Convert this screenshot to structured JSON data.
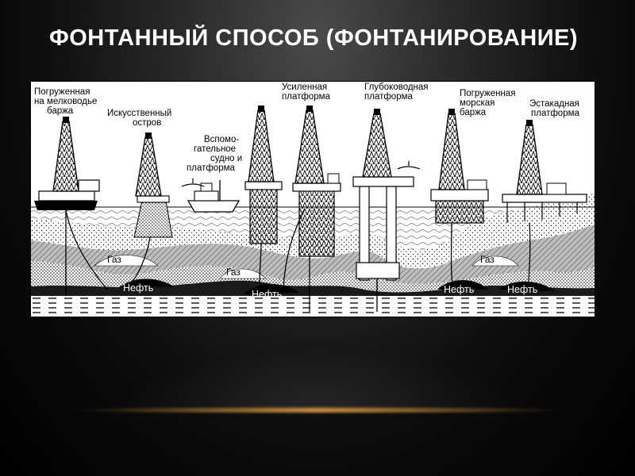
{
  "slide": {
    "title": "ФОНТАННЫЙ СПОСОБ (ФОНТАНИРОВАНИЕ)"
  },
  "diagram": {
    "structures": [
      {
        "line1": "Погруженная",
        "line2": "на мелководье",
        "line3": "баржа"
      },
      {
        "line1": "Искусственный",
        "line2": "остров"
      },
      {
        "line1": "Вспомо-",
        "line2": "гательное",
        "line3": "судно и",
        "line4": "платформа"
      },
      {
        "line1": "Усиленная",
        "line2": "платформа"
      },
      {
        "line1": "Глубоководная",
        "line2": "платформа"
      },
      {
        "line1": "Погруженная",
        "line2": "морская",
        "line3": "баржа"
      },
      {
        "line1": "Эстакадная",
        "line2": "платформа"
      }
    ],
    "zones": {
      "gas": "Газ",
      "oil": "Нефть"
    }
  }
}
